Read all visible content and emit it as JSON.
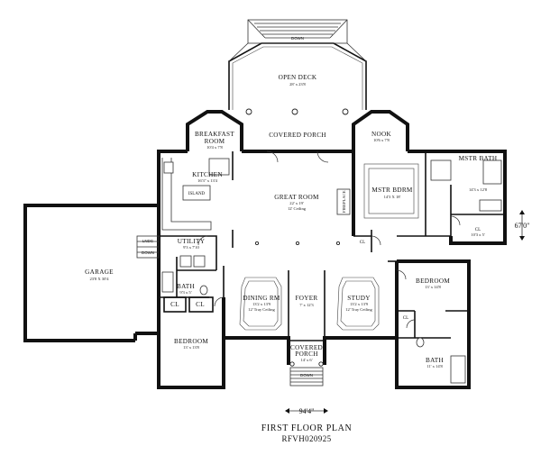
{
  "plan": {
    "title": "FIRST FLOOR PLAN",
    "code": "RFVH020925",
    "width_dim": "94'4\"",
    "depth_dim": "67'0\""
  },
  "rooms": {
    "open_deck": {
      "name": "OPEN DECK",
      "dim": "28' x 23'8"
    },
    "covered_porch": {
      "name": "COVERED PORCH"
    },
    "breakfast": {
      "name1": "BREAKFAST",
      "name2": "ROOM",
      "dim": "10'4 x 7'8"
    },
    "nook": {
      "name": "NOOK",
      "dim": "10'6 x 7'8"
    },
    "kitchen": {
      "name": "KITCHEN",
      "dim": "16'3\" x 13'4"
    },
    "island": {
      "name": "ISLAND"
    },
    "great_room": {
      "name": "GREAT ROOM",
      "dim": "22' x 19'",
      "ceiling": "12' Ceiling"
    },
    "mstr_bdrm": {
      "name": "MSTR BDRM",
      "dim": "14'3 X 18'"
    },
    "mstr_bath": {
      "name": "MSTR BATH",
      "dim": "14'3 x 12'8"
    },
    "mstr_cl": {
      "name": "CL",
      "dim": "10'3 x 5'"
    },
    "utility": {
      "name": "UTILITY",
      "dim": "9'3 x 7'10"
    },
    "lndg": {
      "name": "LNDG"
    },
    "down_stair": {
      "name": "DOWN"
    },
    "garage": {
      "name": "GARAGE",
      "dim": "23'8 X 30'4"
    },
    "bath_small": {
      "name": "BATH",
      "dim": "9'3 x 5'"
    },
    "cl_left": {
      "name": "CL"
    },
    "cl_left2": {
      "name": "CL"
    },
    "bedroom_left": {
      "name": "BEDROOM",
      "dim": "13' x 13'8"
    },
    "dining": {
      "name": "DINING RM",
      "dim": "13'2 x 13'9",
      "ceiling": "12' Tray Ceiling"
    },
    "foyer": {
      "name": "FOYER",
      "dim": "7' x 12'3"
    },
    "study": {
      "name": "STUDY",
      "dim": "13'2 x 13'9",
      "ceiling": "12' Tray Ceiling"
    },
    "front_porch": {
      "name1": "COVERED",
      "name2": "PORCH",
      "dim": "14' x 6'"
    },
    "bedroom_right": {
      "name": "BEDROOM",
      "dim": "13' x 14'8"
    },
    "bath_right": {
      "name": "BATH",
      "dim": "11' x 14'8"
    },
    "cl_right": {
      "name": "CL"
    },
    "cl_gr": {
      "name": "CL"
    }
  },
  "labels": {
    "down_top": "DOWN",
    "down_bottom": "DOWN",
    "fireplace": "FIREPLACE"
  }
}
